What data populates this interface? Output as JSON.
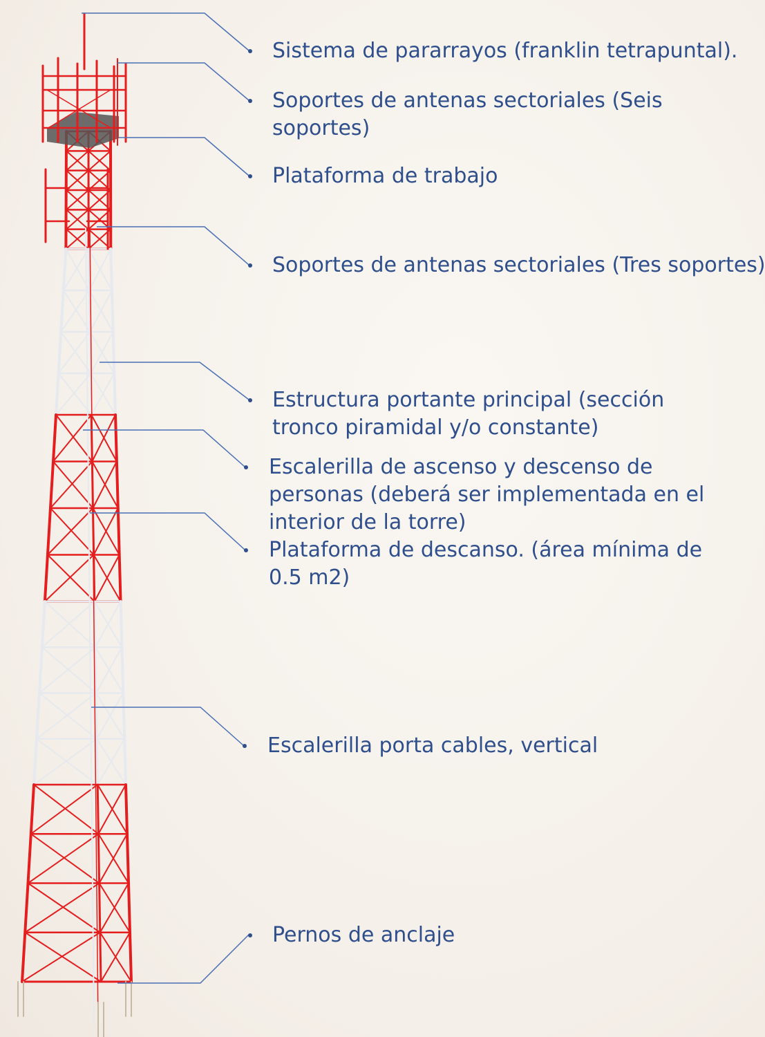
{
  "colors": {
    "tower_red": "#e41e1e",
    "tower_white": "#e6e9ee",
    "leader_line": "#4a6fb5",
    "label_text": "#2f4f8c",
    "platform": "#555555"
  },
  "labels": [
    {
      "id": "lightning-rod",
      "lines": [
        "Sistema de pararrayos (franklin tetrapuntal)."
      ]
    },
    {
      "id": "antenna-supports-six",
      "lines": [
        "Soportes de antenas sectoriales (Seis",
        "soportes)"
      ]
    },
    {
      "id": "work-platform",
      "lines": [
        "Plataforma de trabajo"
      ]
    },
    {
      "id": "antenna-supports-three",
      "lines": [
        "Soportes de antenas sectoriales (Tres soportes)"
      ]
    },
    {
      "id": "main-structure",
      "lines": [
        "Estructura portante principal (sección",
        "tronco piramidal y/o constante)"
      ]
    },
    {
      "id": "access-ladder",
      "lines": [
        "Escalerilla de ascenso y descenso de",
        "personas (deberá ser implementada en el",
        "interior de la torre)"
      ]
    },
    {
      "id": "rest-platform",
      "lines": [
        "Plataforma de descanso. (área mínima de",
        "0.5 m2)"
      ]
    },
    {
      "id": "cable-ladder",
      "lines": [
        "Escalerilla porta cables, vertical"
      ]
    },
    {
      "id": "anchor-bolts",
      "lines": [
        "Pernos de anclaje"
      ]
    }
  ]
}
